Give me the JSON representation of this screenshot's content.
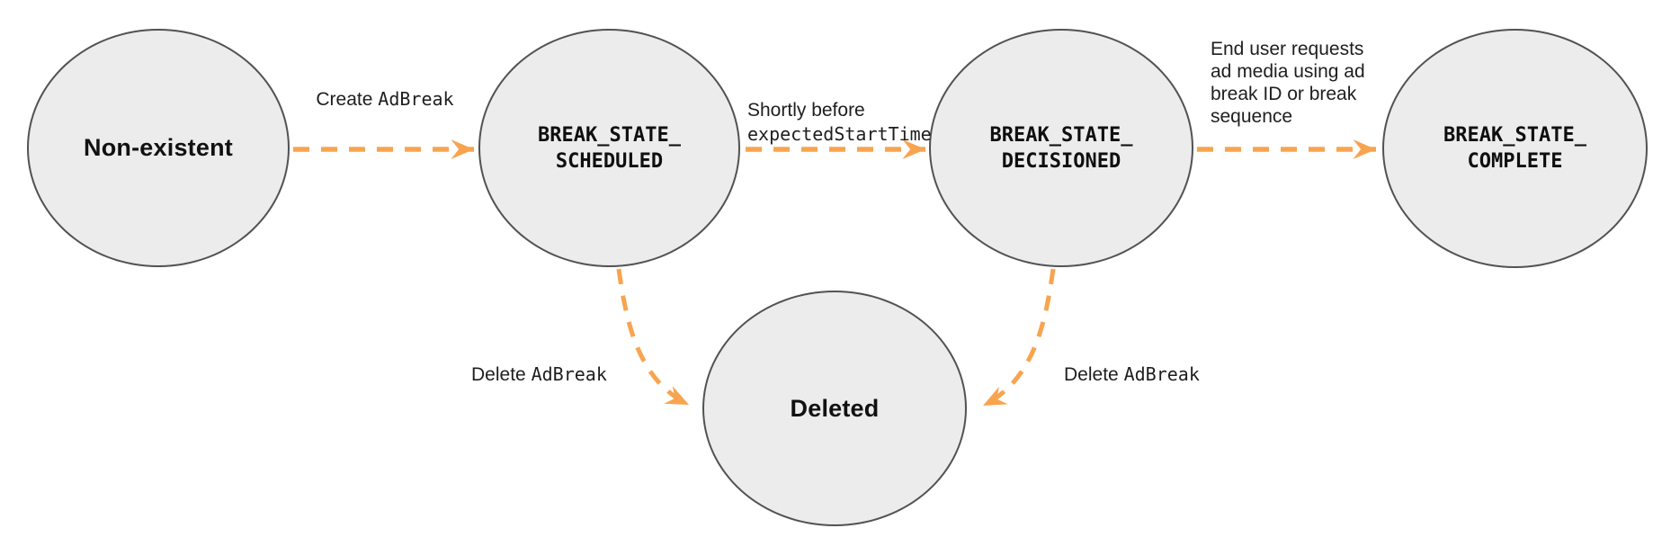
{
  "diagram": {
    "type": "state-diagram",
    "colors": {
      "arrow": "#F8A44F",
      "node_fill": "#ECECEC",
      "node_border": "#525252",
      "text": "#1E1E1E"
    },
    "nodes": [
      {
        "id": "non-existent",
        "label": "Non-existent"
      },
      {
        "id": "break-state-scheduled",
        "label": "BREAK_STATE_\nSCHEDULED"
      },
      {
        "id": "break-state-decisioned",
        "label": "BREAK_STATE_\nDECISIONED"
      },
      {
        "id": "break-state-complete",
        "label": "BREAK_STATE_\nCOMPLETE"
      },
      {
        "id": "deleted",
        "label": "Deleted"
      }
    ],
    "edges": [
      {
        "from": "non-existent",
        "to": "break-state-scheduled",
        "label_text": "Create",
        "label_code": "AdBreak"
      },
      {
        "from": "break-state-scheduled",
        "to": "break-state-decisioned",
        "label_text": "Shortly before",
        "label_code": "expectedStartTime"
      },
      {
        "from": "break-state-decisioned",
        "to": "break-state-complete",
        "label_text": "End user requests\nad media using ad\nbreak ID or break\nsequence"
      },
      {
        "from": "break-state-scheduled",
        "to": "deleted",
        "label_text": "Delete",
        "label_code": "AdBreak"
      },
      {
        "from": "break-state-decisioned",
        "to": "deleted",
        "label_text": "Delete",
        "label_code": "AdBreak"
      }
    ]
  }
}
